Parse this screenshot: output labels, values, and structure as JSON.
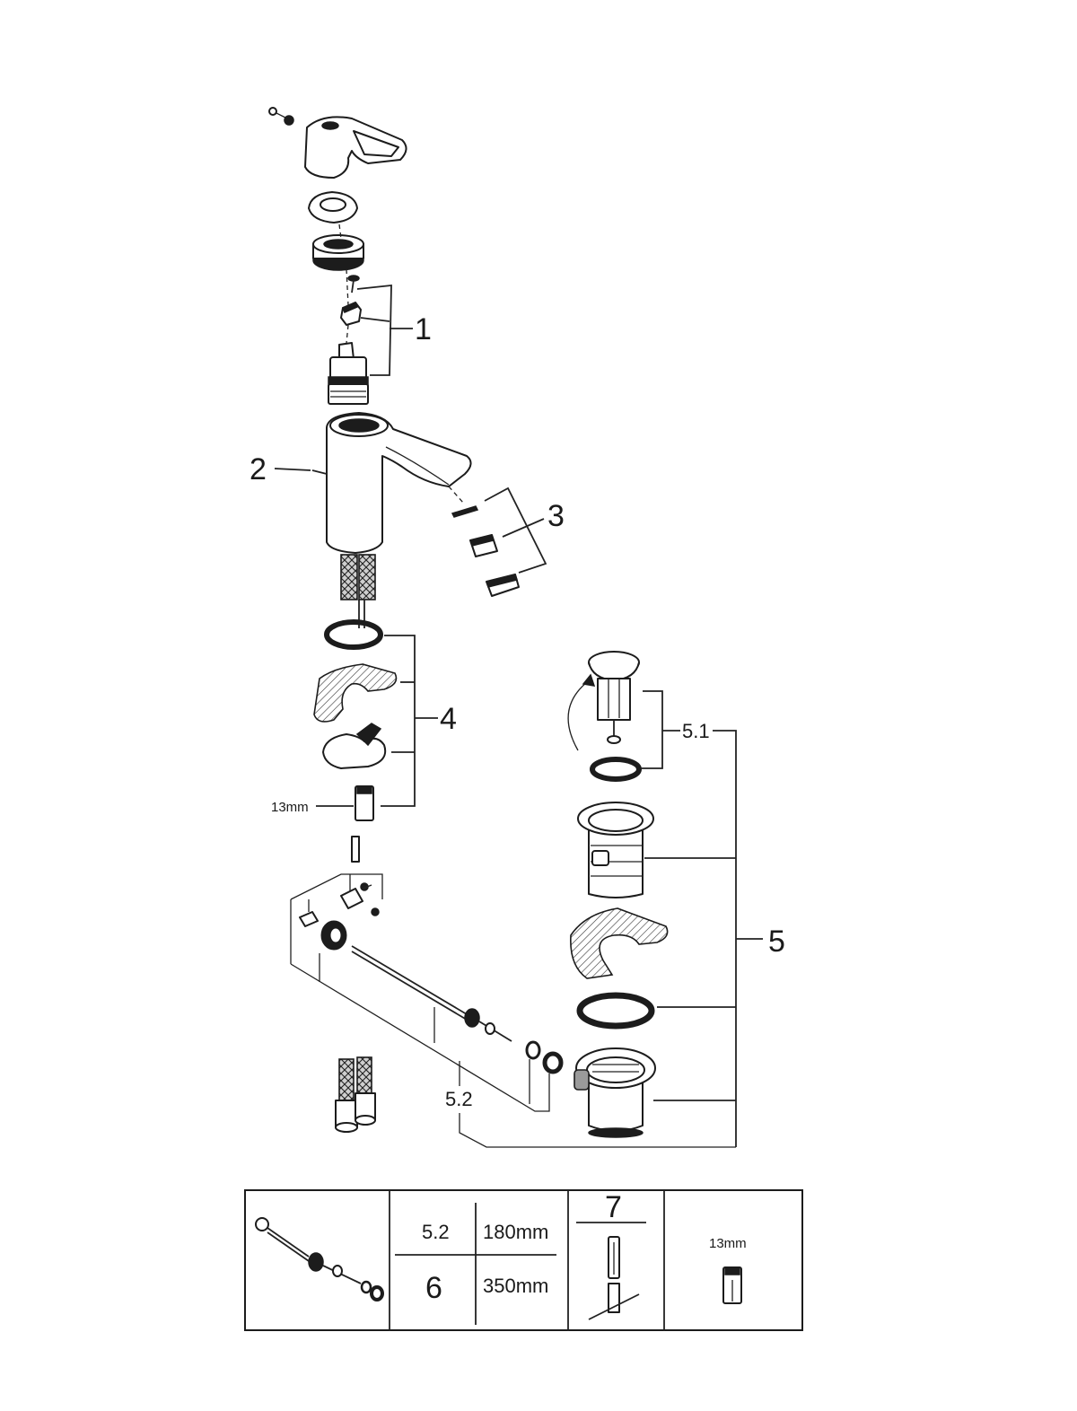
{
  "callouts": {
    "c1": "1",
    "c2": "2",
    "c3": "3",
    "c4": "4",
    "c5": "5",
    "c51": "5.1",
    "c52": "5.2",
    "wrench_13": "13mm"
  },
  "table": {
    "row1_ref": "5.2",
    "row1_len": "180mm",
    "row2_ref": "6",
    "row2_len": "350mm",
    "tool_ref": "7",
    "wrench_size": "13mm"
  }
}
